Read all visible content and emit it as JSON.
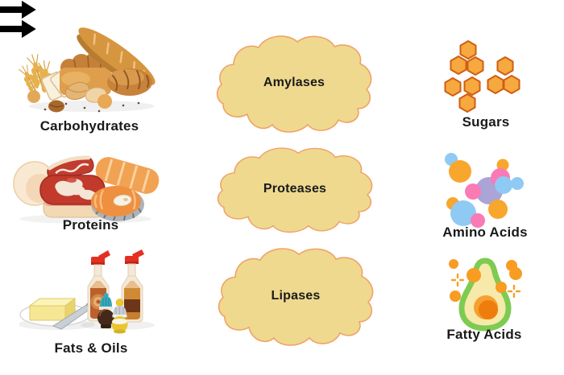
{
  "diagram": {
    "description": "Digestive enzymes flow diagram: food substrate, arrow, enzyme cloud, arrow, digestion product",
    "rows": [
      {
        "substrate_label": "Carbohydrates",
        "enzyme_label": "Amylases",
        "product_label": "Sugars",
        "substrate_icon": "bread-and-wheat-illustration",
        "product_icon": "sugar-hexagons-icon"
      },
      {
        "substrate_label": "Proteins",
        "enzyme_label": "Proteases",
        "product_label": "Amino Acids",
        "substrate_icon": "meat-and-fish-illustration",
        "product_icon": "amino-acid-molecules-icon"
      },
      {
        "substrate_label": "Fats & Oils",
        "enzyme_label": "Lipases",
        "product_label": "Fatty Acids",
        "substrate_icon": "butter-and-oil-bottles-illustration",
        "product_icon": "avocado-fatty-acids-icon"
      }
    ],
    "arrow_icon": "right-arrow-icon",
    "colors": {
      "background": "#ffffff",
      "cloud_fill": "#EED98F",
      "cloud_border": "#F0A269",
      "arrow": "#000000",
      "label_text": "#1a1a1a",
      "hexagon_fill": "#F6A93E",
      "hexagon_border": "#D05E14",
      "molecule_orange": "#F7A62E",
      "molecule_blue": "#8ECAF4",
      "molecule_pink": "#FA7AB6",
      "molecule_purple": "#ABA4D6",
      "avocado_green": "#7ECB52",
      "avocado_flesh": "#F7E9A9",
      "avocado_pit": "#EF7D0D"
    }
  }
}
